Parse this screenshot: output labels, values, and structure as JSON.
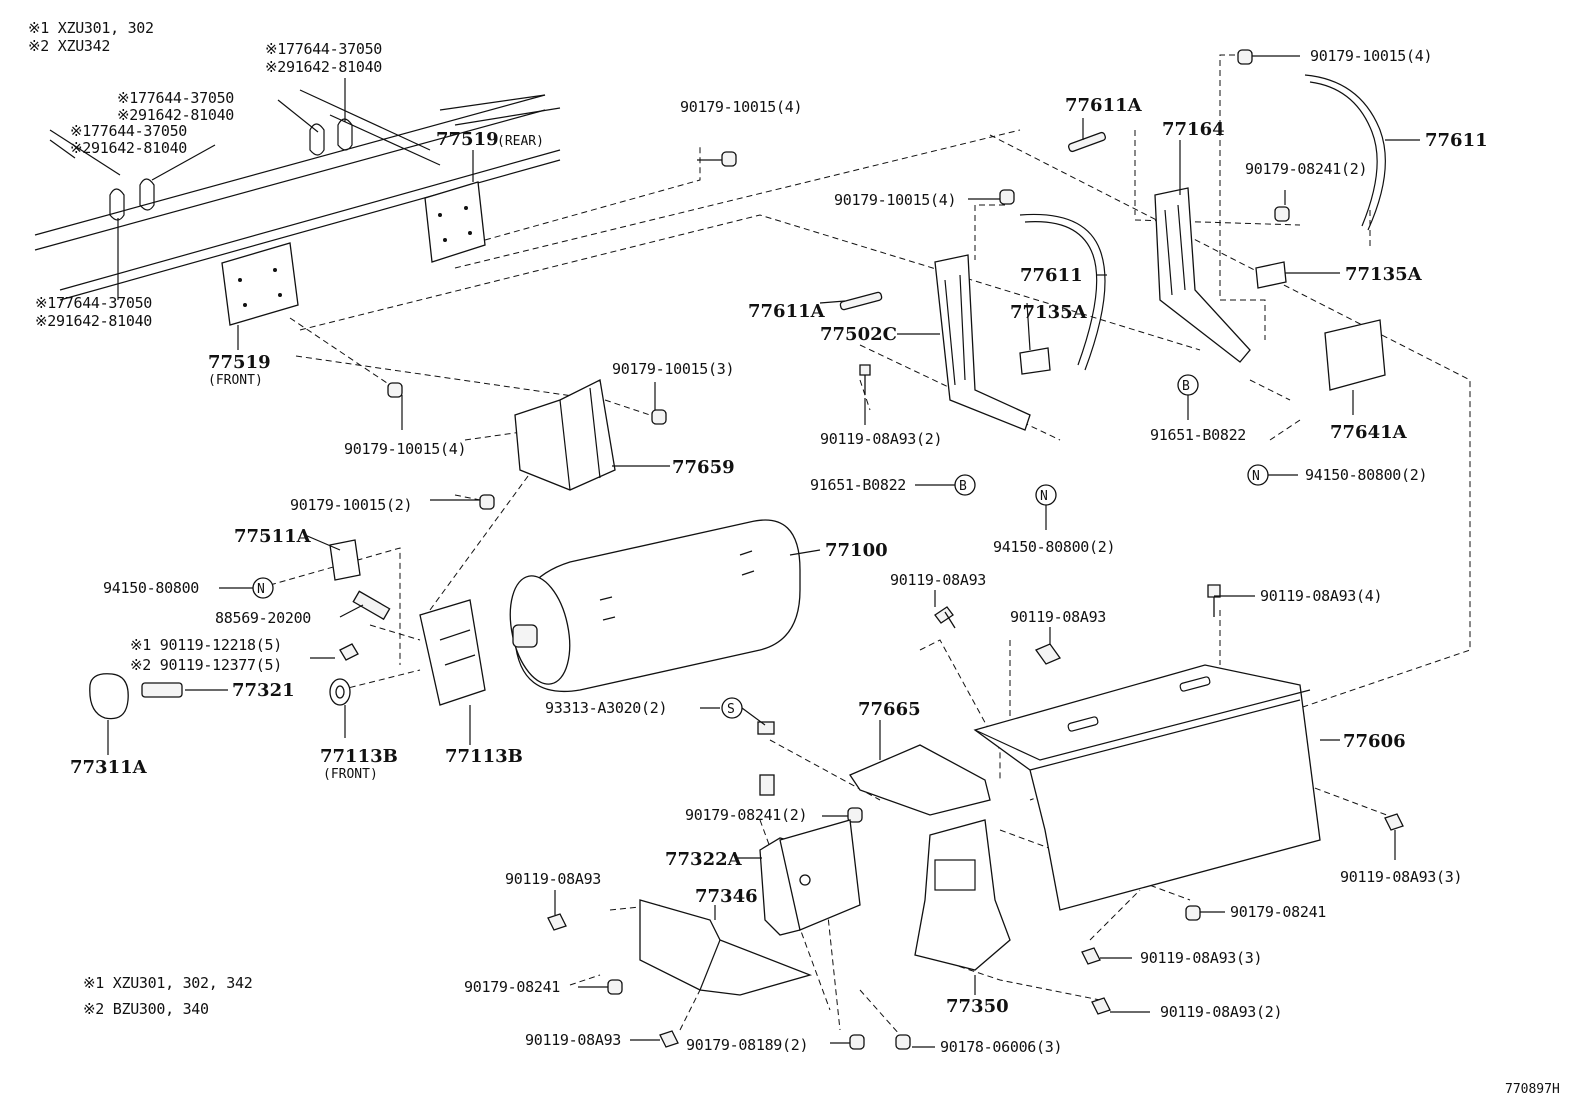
{
  "notes_top": {
    "n1": "※1 XZU301, 302",
    "n2": "※2 XZU342"
  },
  "notes_bottom": {
    "n1": "※1  XZU301, 302, 342",
    "n2": "※2  BZU300, 340"
  },
  "figure_id": "770897H",
  "callouts": {
    "hanger_a1": "※177644-37050",
    "hanger_a2": "※291642-81040",
    "hanger_b1": "※177644-37050",
    "hanger_b2": "※291642-81040",
    "hanger_c1": "※177644-37050",
    "hanger_c2": "※291642-81040",
    "hanger_d1": "※177644-37050",
    "hanger_d2": "※291642-81040",
    "p77519_rear": "77519",
    "p77519_rear_sub": "(REAR)",
    "p77519_front": "77519",
    "p77519_front_sub": "(FRONT)",
    "nut_top_mid": "90179-10015(4)",
    "nut_top_right": "90179-10015(4)",
    "nut_mid": "90179-10015(4)",
    "nut_left": "90179-10015(4)",
    "nut_3": "90179-10015(3)",
    "nut_2": "90179-10015(2)",
    "p77611A_r": "77611A",
    "p77164": "77164",
    "p77611_r": "77611",
    "nut_08241_2": "90179-08241(2)",
    "p77611": "77611",
    "p77611A": "77611A",
    "p77502C": "77502C",
    "p77135A": "77135A",
    "p77135A_r": "77135A",
    "bolt_08A93_2": "90119-08A93(2)",
    "clip_b_left": "91651-B0822",
    "clip_b_right": "91651-B0822",
    "p77641A": "77641A",
    "grom_n_right": "94150-80800(2)",
    "grom_n_mid": "94150-80800(2)",
    "p77659": "77659",
    "p77511A": "77511A",
    "grom_n_left": "94150-80800",
    "p88569": "88569-20200",
    "bolt_12218": "※1 90119-12218(5)",
    "bolt_12377": "※2 90119-12377(5)",
    "p77321": "77321",
    "p77311A": "77311A",
    "p77113B_front": "77113B",
    "p77113B_front_sub": "(FRONT)",
    "p77113B": "77113B",
    "p77100": "77100",
    "bolt_08A93_a": "90119-08A93",
    "bolt_08A93_b": "90119-08A93",
    "bolt_08A93_4": "90119-08A93(4)",
    "p93313": "93313-A3020(2)",
    "p77665": "77665",
    "p77606": "77606",
    "nut_08241_2b": "90179-08241(2)",
    "p77322A": "77322A",
    "bolt_08A93_3r": "90119-08A93(3)",
    "bolt_08A93_c": "90119-08A93",
    "p77346": "77346",
    "nut_08241_r": "90179-08241",
    "bolt_08A93_3": "90119-08A93(3)",
    "nut_08241_bl": "90179-08241",
    "p77350": "77350",
    "bolt_08A93_2b": "90119-08A93(2)",
    "bolt_08A93_d": "90119-08A93",
    "nut_08189": "90179-08189(2)",
    "nut_06006": "90178-06006(3)"
  },
  "symbols": {
    "n": "N",
    "b": "B",
    "s": "S"
  }
}
